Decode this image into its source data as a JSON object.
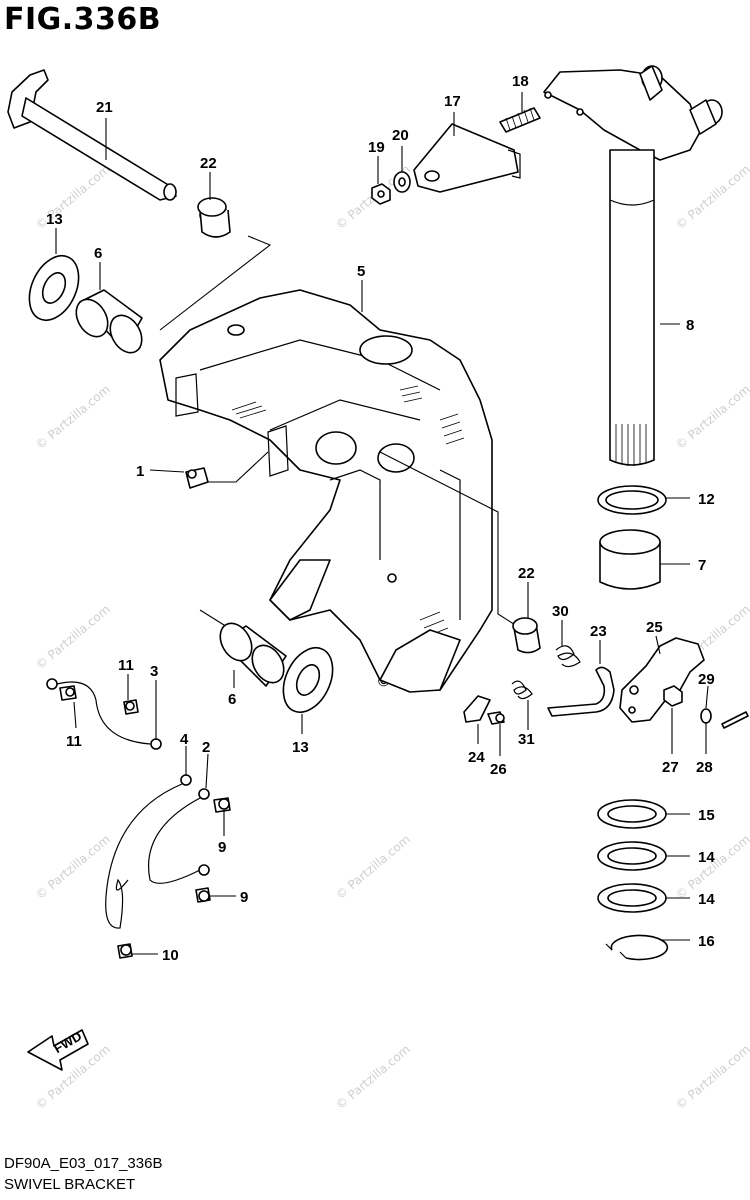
{
  "figure": {
    "title": "FIG.336B",
    "code": "DF90A_E03_017_336B",
    "name": "SWIVEL BRACKET",
    "fwd_label": "FWD",
    "watermark": "© Partzilla.com"
  },
  "callouts": [
    "1",
    "2",
    "3",
    "4",
    "5",
    "6",
    "6",
    "7",
    "8",
    "9",
    "9",
    "10",
    "11",
    "11",
    "12",
    "13",
    "13",
    "14",
    "14",
    "15",
    "16",
    "17",
    "18",
    "19",
    "20",
    "21",
    "22",
    "22",
    "23",
    "24",
    "25",
    "26",
    "27",
    "28",
    "29",
    "30",
    "31"
  ]
}
